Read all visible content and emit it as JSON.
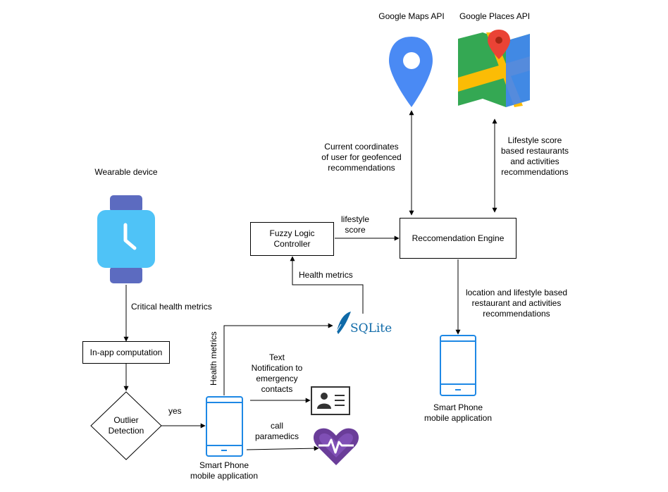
{
  "labels": {
    "google_maps_api": "Google Maps API",
    "google_places_api": "Google Places API",
    "wearable_device": "Wearable device",
    "critical_health_metrics": "Critical health metrics",
    "current_coordinates": [
      "Current coordinates",
      "of user for geofenced",
      "recommendations"
    ],
    "lifestyle_score_recs": [
      "Lifestyle score",
      "based restaurants",
      "and activities",
      "recommendations"
    ],
    "lifestyle_score_edge": [
      "lifestyle",
      "score"
    ],
    "health_metrics_top": "Health metrics",
    "health_metrics_vertical": "Health metrics",
    "location_lifestyle": [
      "location and lifestyle based",
      "restaurant and activities",
      "recommendations"
    ],
    "text_notification": [
      "Text",
      "Notification to",
      "emergency",
      "contacts"
    ],
    "call_paramedics": [
      "call",
      "paramedics"
    ],
    "yes": "yes",
    "smart_phone_left": [
      "Smart Phone",
      "mobile application"
    ],
    "smart_phone_right": [
      "Smart Phone",
      "mobile application"
    ],
    "sqlite": "SQLite"
  },
  "nodes": {
    "fuzzy_logic": [
      "Fuzzy Logic",
      "Controller"
    ],
    "recommendation_engine": "Reccomendation Engine",
    "in_app_computation": "In-app computation",
    "outlier_detection": [
      "Outlier",
      "Detection"
    ]
  },
  "colors": {
    "phone_blue": "#1e88e5",
    "maps_pin": "#4a8af4",
    "watch_body": "#4fc3f7",
    "watch_band": "#5c6bc0",
    "heart": "#6a3d99"
  }
}
